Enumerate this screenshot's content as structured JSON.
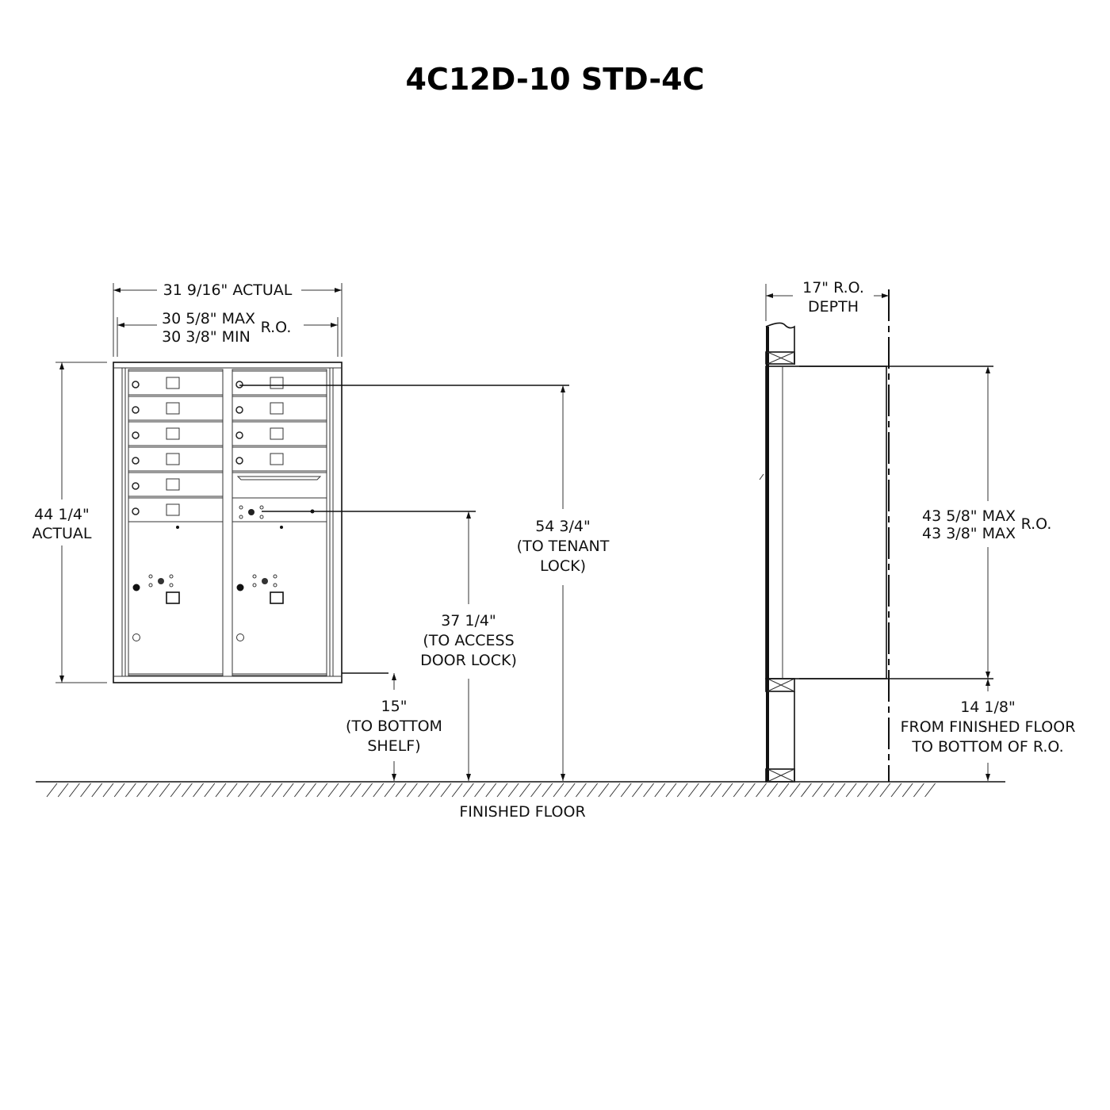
{
  "title": "4C12D-10 STD-4C",
  "front_view": {
    "width_actual": "31 9/16\" ACTUAL",
    "ro_max": "30 5/8\" MAX",
    "ro_min": "30 3/8\" MIN",
    "ro_label": "R.O.",
    "height_value": "44 1/4\"",
    "height_label": "ACTUAL",
    "tenant_lock": [
      "54 3/4\"",
      "(TO TENANT",
      "LOCK)"
    ],
    "access_lock": [
      "37 1/4\"",
      "(TO ACCESS",
      "DOOR LOCK)"
    ],
    "bottom_shelf": [
      "15\"",
      "(TO BOTTOM",
      "SHELF)"
    ],
    "tenant_doors": 10,
    "parcel_doors": 2
  },
  "side_view": {
    "depth": "17\"  R.O.",
    "depth_label": "DEPTH",
    "ro_h1": "43 5/8\" MAX",
    "ro_h2": "43 3/8\" MAX",
    "ro_label": "R.O.",
    "floor_dim": [
      "14 1/8\"",
      "FROM FINISHED FLOOR",
      "TO BOTTOM OF R.O."
    ]
  },
  "floor_label": "FINISHED FLOOR"
}
